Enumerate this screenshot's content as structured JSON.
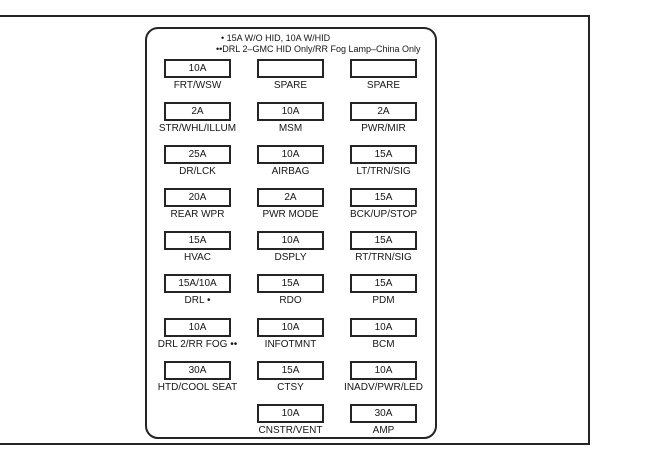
{
  "figure": {
    "colors": {
      "line": "#242424",
      "background": "#ffffff"
    },
    "legend": {
      "line1": "• 15A W/O HID, 10A W/HID",
      "line2": "••DRL 2–GMC HID Only/RR Fog Lamp–China Only"
    },
    "fuses": {
      "rows": [
        {
          "cells": [
            {
              "amp": "10A",
              "label": "FRT/WSW"
            },
            {
              "amp": "",
              "label": "SPARE"
            },
            {
              "amp": "",
              "label": "SPARE"
            }
          ]
        },
        {
          "cells": [
            {
              "amp": "2A",
              "label": "STR/WHL/ILLUM"
            },
            {
              "amp": "10A",
              "label": "MSM"
            },
            {
              "amp": "2A",
              "label": "PWR/MIR"
            }
          ]
        },
        {
          "cells": [
            {
              "amp": "25A",
              "label": "DR/LCK"
            },
            {
              "amp": "10A",
              "label": "AIRBAG"
            },
            {
              "amp": "15A",
              "label": "LT/TRN/SIG"
            }
          ]
        },
        {
          "cells": [
            {
              "amp": "20A",
              "label": "REAR WPR"
            },
            {
              "amp": "2A",
              "label": "PWR MODE"
            },
            {
              "amp": "15A",
              "label": "BCK/UP/STOP"
            }
          ]
        },
        {
          "cells": [
            {
              "amp": "15A",
              "label": "HVAC"
            },
            {
              "amp": "10A",
              "label": "DSPLY"
            },
            {
              "amp": "15A",
              "label": "RT/TRN/SIG"
            }
          ]
        },
        {
          "cells": [
            {
              "amp": "15A/10A",
              "label": "DRL •"
            },
            {
              "amp": "15A",
              "label": "RDO"
            },
            {
              "amp": "15A",
              "label": "PDM"
            }
          ]
        },
        {
          "cells": [
            {
              "amp": "10A",
              "label": "DRL 2/RR FOG ••"
            },
            {
              "amp": "10A",
              "label": "INFOTMNT"
            },
            {
              "amp": "10A",
              "label": "BCM"
            }
          ]
        },
        {
          "cells": [
            {
              "amp": "30A",
              "label": "HTD/COOL SEAT"
            },
            {
              "amp": "15A",
              "label": "CTSY"
            },
            {
              "amp": "10A",
              "label": "INADV/PWR/LED"
            }
          ]
        },
        {
          "cells": [
            null,
            {
              "amp": "10A",
              "label": "CNSTR/VENT"
            },
            {
              "amp": "30A",
              "label": "AMP"
            }
          ]
        }
      ]
    }
  }
}
